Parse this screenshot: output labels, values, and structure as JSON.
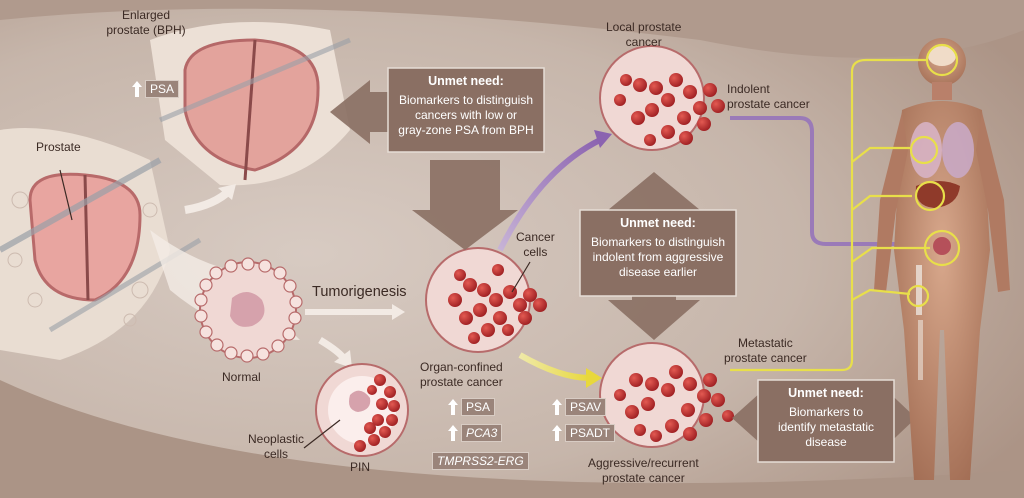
{
  "labels": {
    "enlarged": "Enlarged\nprostate (BPH)",
    "prostate": "Prostate",
    "normal": "Normal",
    "neoplastic": "Neoplastic\ncells",
    "pin": "PIN",
    "tumorigenesis": "Tumorigenesis",
    "cancer_cells": "Cancer\ncells",
    "organ_confined": "Organ-confined\nprostate cancer",
    "local": "Local prostate\ncancer",
    "indolent": "Indolent\nprostate cancer",
    "metastatic": "Metastatic\nprostate cancer",
    "aggressive": "Aggressive/recurrent\nprostate cancer"
  },
  "markers": {
    "bph_psa": "PSA",
    "psa": "PSA",
    "pca3": "PCA3",
    "tmprss2": "TMPRSS2-ERG",
    "psav": "PSAV",
    "psadt": "PSADT"
  },
  "unmet_boxes": [
    {
      "title": "Unmet need:",
      "body": "Biomarkers to distinguish\ncancers with low or\ngray-zone PSA from BPH"
    },
    {
      "title": "Unmet need:",
      "body": "Biomarkers to distinguish\nindolent from aggressive\ndisease earlier"
    },
    {
      "title": "Unmet need:",
      "body": "Biomarkers to\nidentify metastatic\ndisease"
    }
  ],
  "colors": {
    "background": "#b39c8f",
    "box": "#8a6f63",
    "cell_red": "#c8322f",
    "purple_arrow": "#9a7ab8",
    "yellow_line": "#e8df4a"
  }
}
